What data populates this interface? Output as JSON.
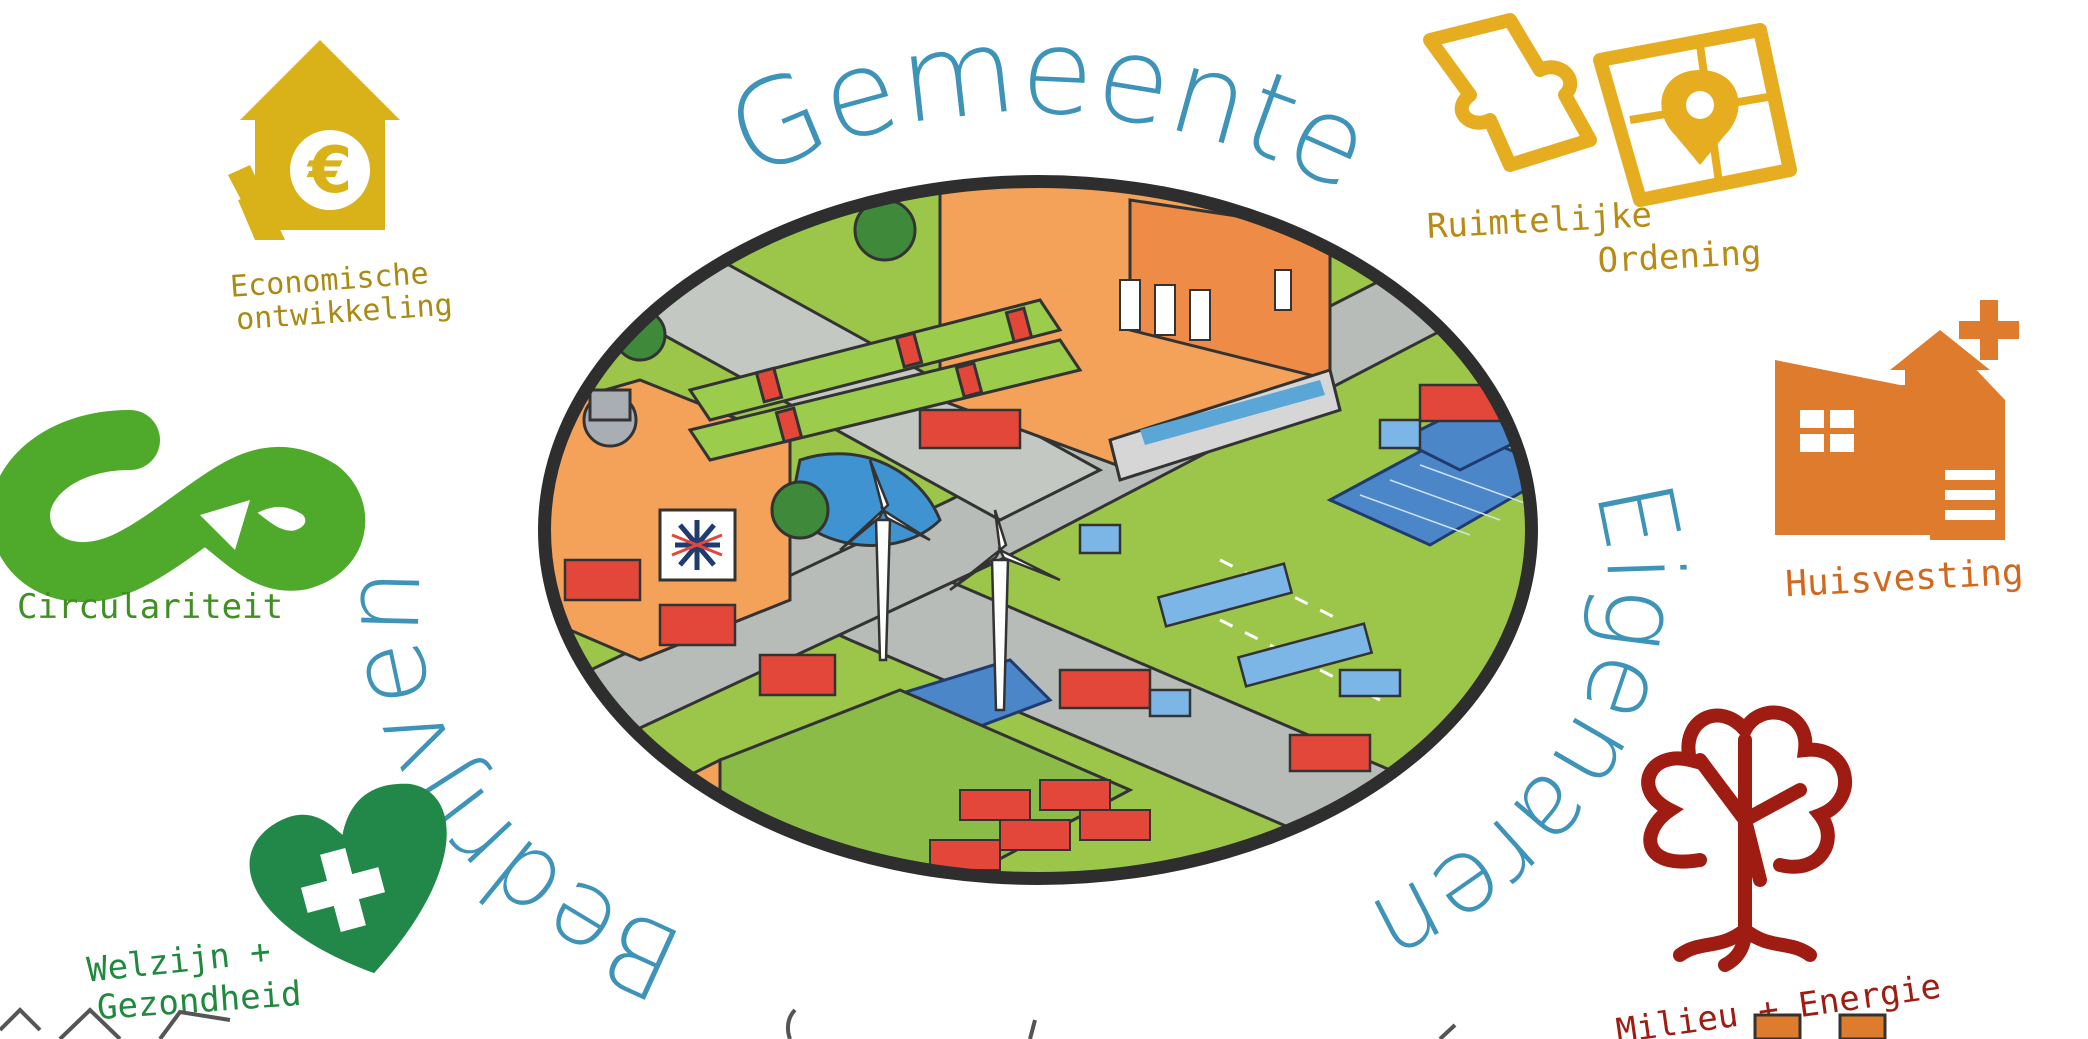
{
  "center": {
    "label_top": "Gemeente",
    "label_left": "Bedrijven",
    "label_right": "Eigenaren"
  },
  "themes": [
    {
      "name": "economic",
      "label_lines": [
        "Economische",
        "ontwikkeling"
      ],
      "icon": "house-euro-icon",
      "color": "#d9b21a"
    },
    {
      "name": "spatial",
      "label_lines": [
        "Ruimtelijke",
        "Ordening"
      ],
      "icon": "puzzle-map-icon",
      "color": "#e6ad20"
    },
    {
      "name": "circular",
      "label_lines": [
        "Circulariteit"
      ],
      "icon": "circular-loop-icon",
      "color": "#4faa2c"
    },
    {
      "name": "housing",
      "label_lines": [
        "Huisvesting"
      ],
      "icon": "building-plus-icon",
      "color": "#de7b2c"
    },
    {
      "name": "welfare",
      "label_lines": [
        "Welzijn +",
        "Gezondheid"
      ],
      "icon": "heart-cross-icon",
      "color": "#22884a"
    },
    {
      "name": "environment",
      "label_lines": [
        "Milieu + Energie"
      ],
      "icon": "turbine-tree-icon",
      "color": "#9e1c12"
    }
  ]
}
